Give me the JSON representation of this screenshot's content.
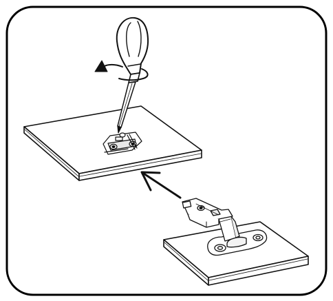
{
  "figure": {
    "kind": "assembly-instruction",
    "step_text": "",
    "colors": {
      "ink": "#111111",
      "paper": "#ffffff",
      "frame": "#000000"
    },
    "parts": [
      {
        "name": "screwdriver",
        "icon": "screwdriver-icon"
      },
      {
        "name": "rotation-arrow",
        "icon": "rotate-arrow-icon"
      },
      {
        "name": "mounting-plate",
        "icon": "hinge-plate-icon"
      },
      {
        "name": "upper-panel",
        "icon": "board-icon"
      },
      {
        "name": "insert-arrow",
        "icon": "arrow-icon"
      },
      {
        "name": "hinge-arm",
        "icon": "hinge-icon"
      },
      {
        "name": "lower-panel",
        "icon": "board-icon"
      }
    ]
  }
}
